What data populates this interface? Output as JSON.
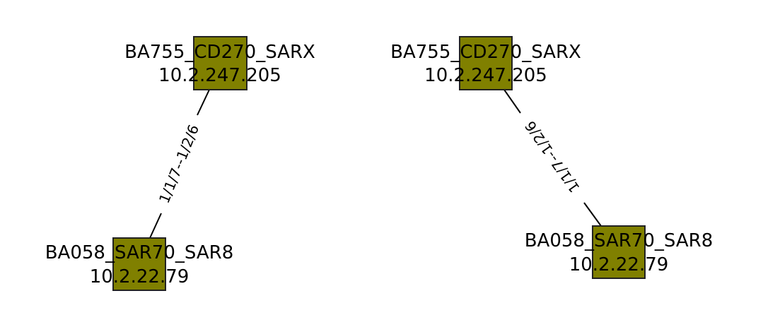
{
  "colors": {
    "node_fill": "#808000",
    "node_stroke": "#222222",
    "edge": "#000000",
    "background": "#ffffff"
  },
  "graphs": [
    {
      "nodes": [
        {
          "name": "BA755_CD270_SARX",
          "ip": "10.2.247.205"
        },
        {
          "name": "BA058_SAR70_SAR8",
          "ip": "10.2.22.79"
        }
      ],
      "edge": {
        "label": "1/1/7--1/2/6"
      }
    },
    {
      "nodes": [
        {
          "name": "BA755_CD270_SARX",
          "ip": "10.2.247.205"
        },
        {
          "name": "BA058_SAR70_SAR8",
          "ip": "10.2.22.79"
        }
      ],
      "edge": {
        "label": "1/1/7--1/2/6"
      }
    }
  ]
}
